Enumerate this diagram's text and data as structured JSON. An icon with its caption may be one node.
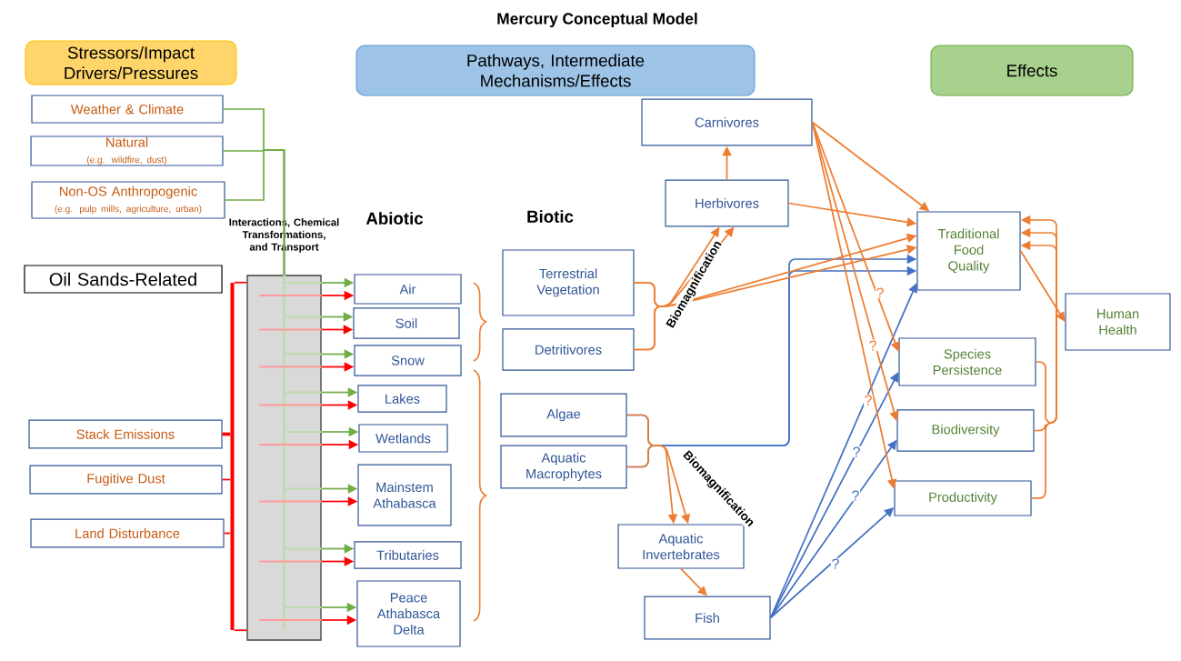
{
  "diagram": {
    "title": "Mercury Conceptual Model",
    "nodes": [
      {
        "text": [
          "Stressors/Impact Drivers/Pressures"
        ]
      },
      {
        "text": [
          "Pathways, Intermediate Mechanisms/Effects"
        ]
      },
      {
        "text": [
          "Effects"
        ]
      },
      {
        "text": [
          "Weather & Climate"
        ]
      },
      {
        "text": [
          "Natural",
          "(e.g. wildfire, dust)"
        ]
      },
      {
        "text": [
          "Non-OS Anthropogenic",
          "(e.g. pulp mills, agriculture, urban)"
        ]
      },
      {
        "text": [
          "Oil Sands-Related"
        ]
      },
      {
        "text": [
          "Stack Emissions"
        ]
      },
      {
        "text": [
          "Fugitive Dust"
        ]
      },
      {
        "text": [
          "Land Disturbance"
        ]
      },
      {
        "text": [
          "Interactions, Chemical Transformations, and Transport"
        ]
      },
      {
        "text": [
          "Air"
        ]
      },
      {
        "text": [
          "Soil"
        ]
      },
      {
        "text": [
          "Snow"
        ]
      },
      {
        "text": [
          "Lakes"
        ]
      },
      {
        "text": [
          "Wetlands"
        ]
      },
      {
        "text": [
          "Mainstem Athabasca"
        ]
      },
      {
        "text": [
          "Tributaries"
        ]
      },
      {
        "text": [
          "Peace Athabasca Delta"
        ]
      },
      {
        "text": [
          "Terrestrial Vegetation"
        ]
      },
      {
        "text": [
          "Detritivores"
        ]
      },
      {
        "text": [
          "Algae"
        ]
      },
      {
        "text": [
          "Aquatic Macrophytes"
        ]
      },
      {
        "text": [
          "Herbivores"
        ]
      },
      {
        "text": [
          "Carnivores"
        ]
      },
      {
        "text": [
          "Aquatic Invertebrates"
        ]
      },
      {
        "text": [
          "Fish"
        ]
      },
      {
        "text": [
          "Traditional Food Quality"
        ]
      },
      {
        "text": [
          "Species Persistence"
        ]
      },
      {
        "text": [
          "Biodiversity"
        ]
      },
      {
        "text": [
          "Productivity"
        ]
      },
      {
        "text": [
          "Human Health"
        ]
      },
      {
        "text": [],
        "shape": "bar"
      }
    ],
    "edges": [
      {
        "from": 3,
        "to": 10,
        "arrow": "none",
        "color": "#70ad47"
      },
      {
        "from": 4,
        "to": 10,
        "arrow": "none",
        "color": "#70ad47"
      },
      {
        "from": 5,
        "to": 10,
        "arrow": "none",
        "color": "#70ad47"
      },
      {
        "from": 7,
        "to": 32,
        "arrow": "none",
        "color": "#ff0000",
        "style": "thick"
      },
      {
        "from": 8,
        "to": 32,
        "arrow": "none",
        "color": "#ff0000"
      },
      {
        "from": 9,
        "to": 32,
        "arrow": "none",
        "color": "#ff0000"
      },
      {
        "from": 10,
        "to": 11,
        "arrow": "to",
        "color": "#70ad47"
      },
      {
        "from": 10,
        "to": 12,
        "arrow": "to",
        "color": "#70ad47"
      },
      {
        "from": 10,
        "to": 13,
        "arrow": "to",
        "color": "#70ad47"
      },
      {
        "from": 10,
        "to": 14,
        "arrow": "to",
        "color": "#70ad47"
      },
      {
        "from": 10,
        "to": 15,
        "arrow": "to",
        "color": "#70ad47"
      },
      {
        "from": 10,
        "to": 16,
        "arrow": "to",
        "color": "#70ad47"
      },
      {
        "from": 10,
        "to": 17,
        "arrow": "to",
        "color": "#70ad47"
      },
      {
        "from": 10,
        "to": 18,
        "arrow": "to",
        "color": "#70ad47"
      },
      {
        "from": 10,
        "to": 11,
        "arrow": "to",
        "color": "#ff0000"
      },
      {
        "from": 10,
        "to": 12,
        "arrow": "to",
        "color": "#ff0000"
      },
      {
        "from": 10,
        "to": 13,
        "arrow": "to",
        "color": "#ff0000"
      },
      {
        "from": 10,
        "to": 14,
        "arrow": "to",
        "color": "#ff0000"
      },
      {
        "from": 10,
        "to": 15,
        "arrow": "to",
        "color": "#ff0000"
      },
      {
        "from": 10,
        "to": 16,
        "arrow": "to",
        "color": "#ff0000"
      },
      {
        "from": 10,
        "to": 17,
        "arrow": "to",
        "color": "#ff0000"
      },
      {
        "from": 10,
        "to": 18,
        "arrow": "to",
        "color": "#ff0000"
      },
      {
        "from": 19,
        "to": 23,
        "arrow": "to",
        "label": "Biomagnification"
      },
      {
        "from": 20,
        "to": 23,
        "arrow": "to"
      },
      {
        "from": 19,
        "to": 27,
        "arrow": "to"
      },
      {
        "from": 20,
        "to": 27,
        "arrow": "to"
      },
      {
        "from": 21,
        "to": 25,
        "arrow": "to",
        "label": "Biomagnification"
      },
      {
        "from": 22,
        "to": 25,
        "arrow": "to"
      },
      {
        "from": 21,
        "to": 27,
        "arrow": "to",
        "color": "#4472c4"
      },
      {
        "from": 22,
        "to": 27,
        "arrow": "to",
        "color": "#4472c4"
      },
      {
        "from": 23,
        "to": 24,
        "arrow": "to"
      },
      {
        "from": 23,
        "to": 27,
        "arrow": "to"
      },
      {
        "from": 24,
        "to": 27,
        "arrow": "to"
      },
      {
        "from": 24,
        "to": 28,
        "arrow": "to",
        "label": "?"
      },
      {
        "from": 24,
        "to": 29,
        "arrow": "to",
        "label": "?"
      },
      {
        "from": 24,
        "to": 30,
        "arrow": "to",
        "label": "?"
      },
      {
        "from": 25,
        "to": 26,
        "arrow": "to"
      },
      {
        "from": 26,
        "to": 27,
        "arrow": "to",
        "color": "#4472c4"
      },
      {
        "from": 26,
        "to": 28,
        "arrow": "to",
        "label": "?",
        "color": "#4472c4"
      },
      {
        "from": 26,
        "to": 29,
        "arrow": "to",
        "label": "?",
        "color": "#4472c4"
      },
      {
        "from": 26,
        "to": 30,
        "arrow": "to",
        "label": "?",
        "color": "#4472c4"
      },
      {
        "from": 27,
        "to": 31,
        "arrow": "to"
      },
      {
        "from": 28,
        "to": 27,
        "arrow": "to"
      },
      {
        "from": 29,
        "to": 27,
        "arrow": "to"
      },
      {
        "from": 30,
        "to": 27,
        "arrow": "to"
      },
      {
        "from": 32,
        "to": 10,
        "arrow": "none",
        "color": "#ff0000"
      },
      {
        "from": 32,
        "to": 10,
        "arrow": "none",
        "color": "#ff0000"
      }
    ],
    "labels": [
      "Abiotic",
      "Biotic"
    ]
  }
}
